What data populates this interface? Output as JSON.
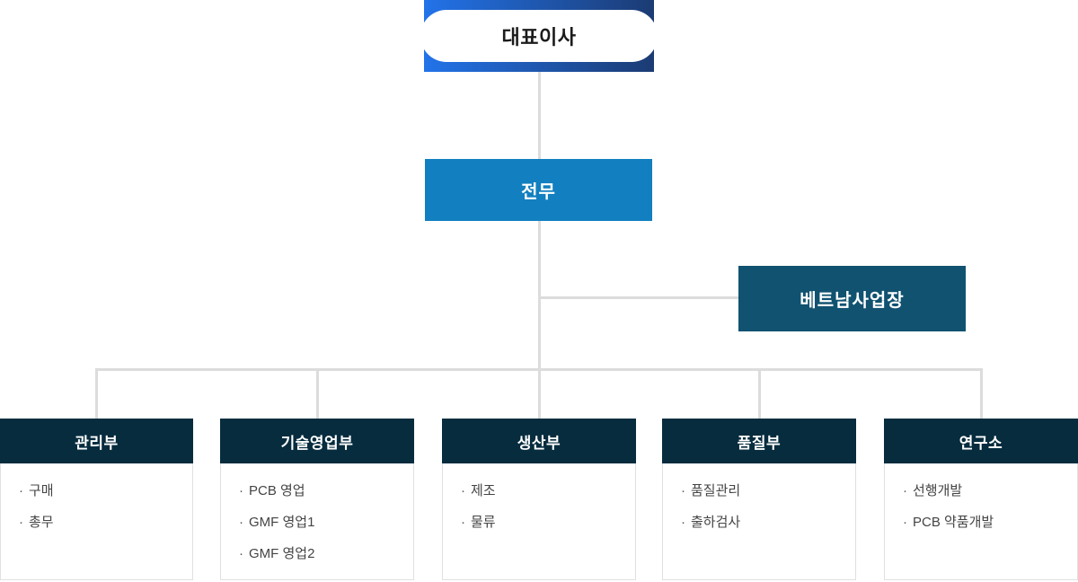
{
  "org_chart": {
    "bullet": "·",
    "root": {
      "label": "대표이사"
    },
    "executive": {
      "label": "전무"
    },
    "branch": {
      "label": "베트남사업장"
    },
    "departments": [
      {
        "name": "관리부",
        "items": [
          "구매",
          "총무"
        ]
      },
      {
        "name": "기술영업부",
        "items": [
          "PCB 영업",
          "GMF 영업1",
          "GMF 영업2"
        ]
      },
      {
        "name": "생산부",
        "items": [
          "제조",
          "물류"
        ]
      },
      {
        "name": "품질부",
        "items": [
          "품질관리",
          "출하검사"
        ]
      },
      {
        "name": "연구소",
        "items": [
          "선행개발",
          "PCB 약품개발"
        ]
      }
    ],
    "colors": {
      "root_gradient_start": "#2273e9",
      "root_gradient_end": "#1c3b73",
      "executive_box": "#127fc0",
      "branch_box": "#105270",
      "department_header": "#062c3e",
      "connector_line": "#dcdcdc"
    }
  }
}
